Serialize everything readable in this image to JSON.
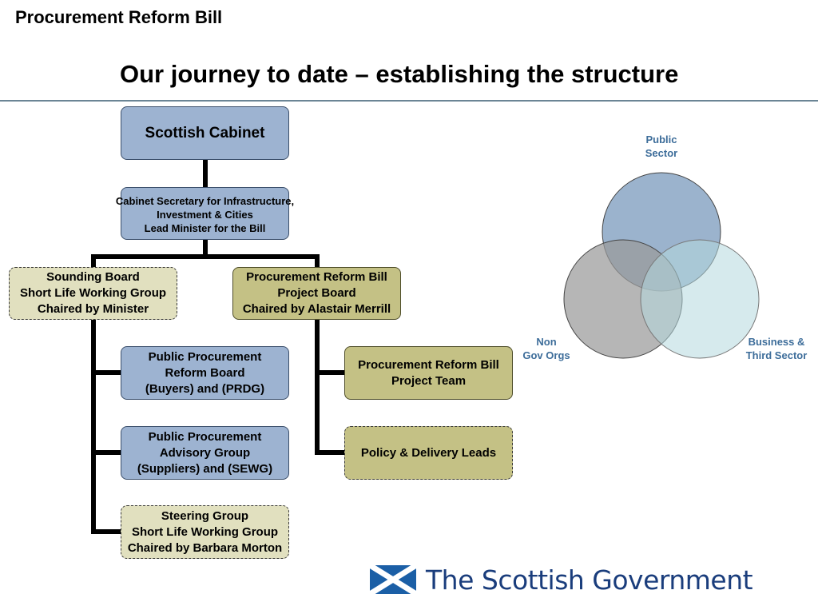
{
  "header": {
    "title": "Procurement Reform Bill"
  },
  "slide": {
    "title": "Our journey to date – establishing the structure"
  },
  "org_chart": {
    "scottish_cabinet": {
      "lines": [
        "Scottish Cabinet"
      ]
    },
    "cabinet_secretary": {
      "lines": [
        "Cabinet Secretary for Infrastructure,",
        "Investment & Cities",
        "Lead Minister for the Bill"
      ]
    },
    "sounding_board": {
      "lines": [
        "Sounding Board",
        "Short Life Working Group",
        "Chaired by Minister"
      ]
    },
    "project_board": {
      "lines": [
        "Procurement Reform Bill",
        "Project Board",
        "Chaired by Alastair Merrill"
      ]
    },
    "reform_board": {
      "lines": [
        "Public Procurement",
        "Reform Board",
        "(Buyers) and (PRDG)"
      ]
    },
    "advisory_group": {
      "lines": [
        "Public Procurement",
        "Advisory Group",
        "(Suppliers) and (SEWG)"
      ]
    },
    "steering_group": {
      "lines": [
        "Steering Group",
        "Short Life Working Group",
        "Chaired by Barbara Morton"
      ]
    },
    "project_team": {
      "lines": [
        "Procurement Reform Bill",
        "Project Team"
      ]
    },
    "policy_leads": {
      "lines": [
        "Policy & Delivery Leads"
      ]
    }
  },
  "venn": {
    "public_sector": [
      "Public",
      "Sector"
    ],
    "non_gov_orgs": [
      "Non",
      "Gov Orgs"
    ],
    "business_third_sector": [
      "Business &",
      "Third Sector"
    ]
  },
  "colors": {
    "blue_box": "#9db3d1",
    "olive_box": "#c4c185",
    "pale_box": "#e1e0bf",
    "venn_label": "#3d6d9a",
    "logo_blue": "#1a3d7c"
  },
  "logo": {
    "text": "The Scottish Government",
    "icon": "saltire-flag-icon"
  }
}
